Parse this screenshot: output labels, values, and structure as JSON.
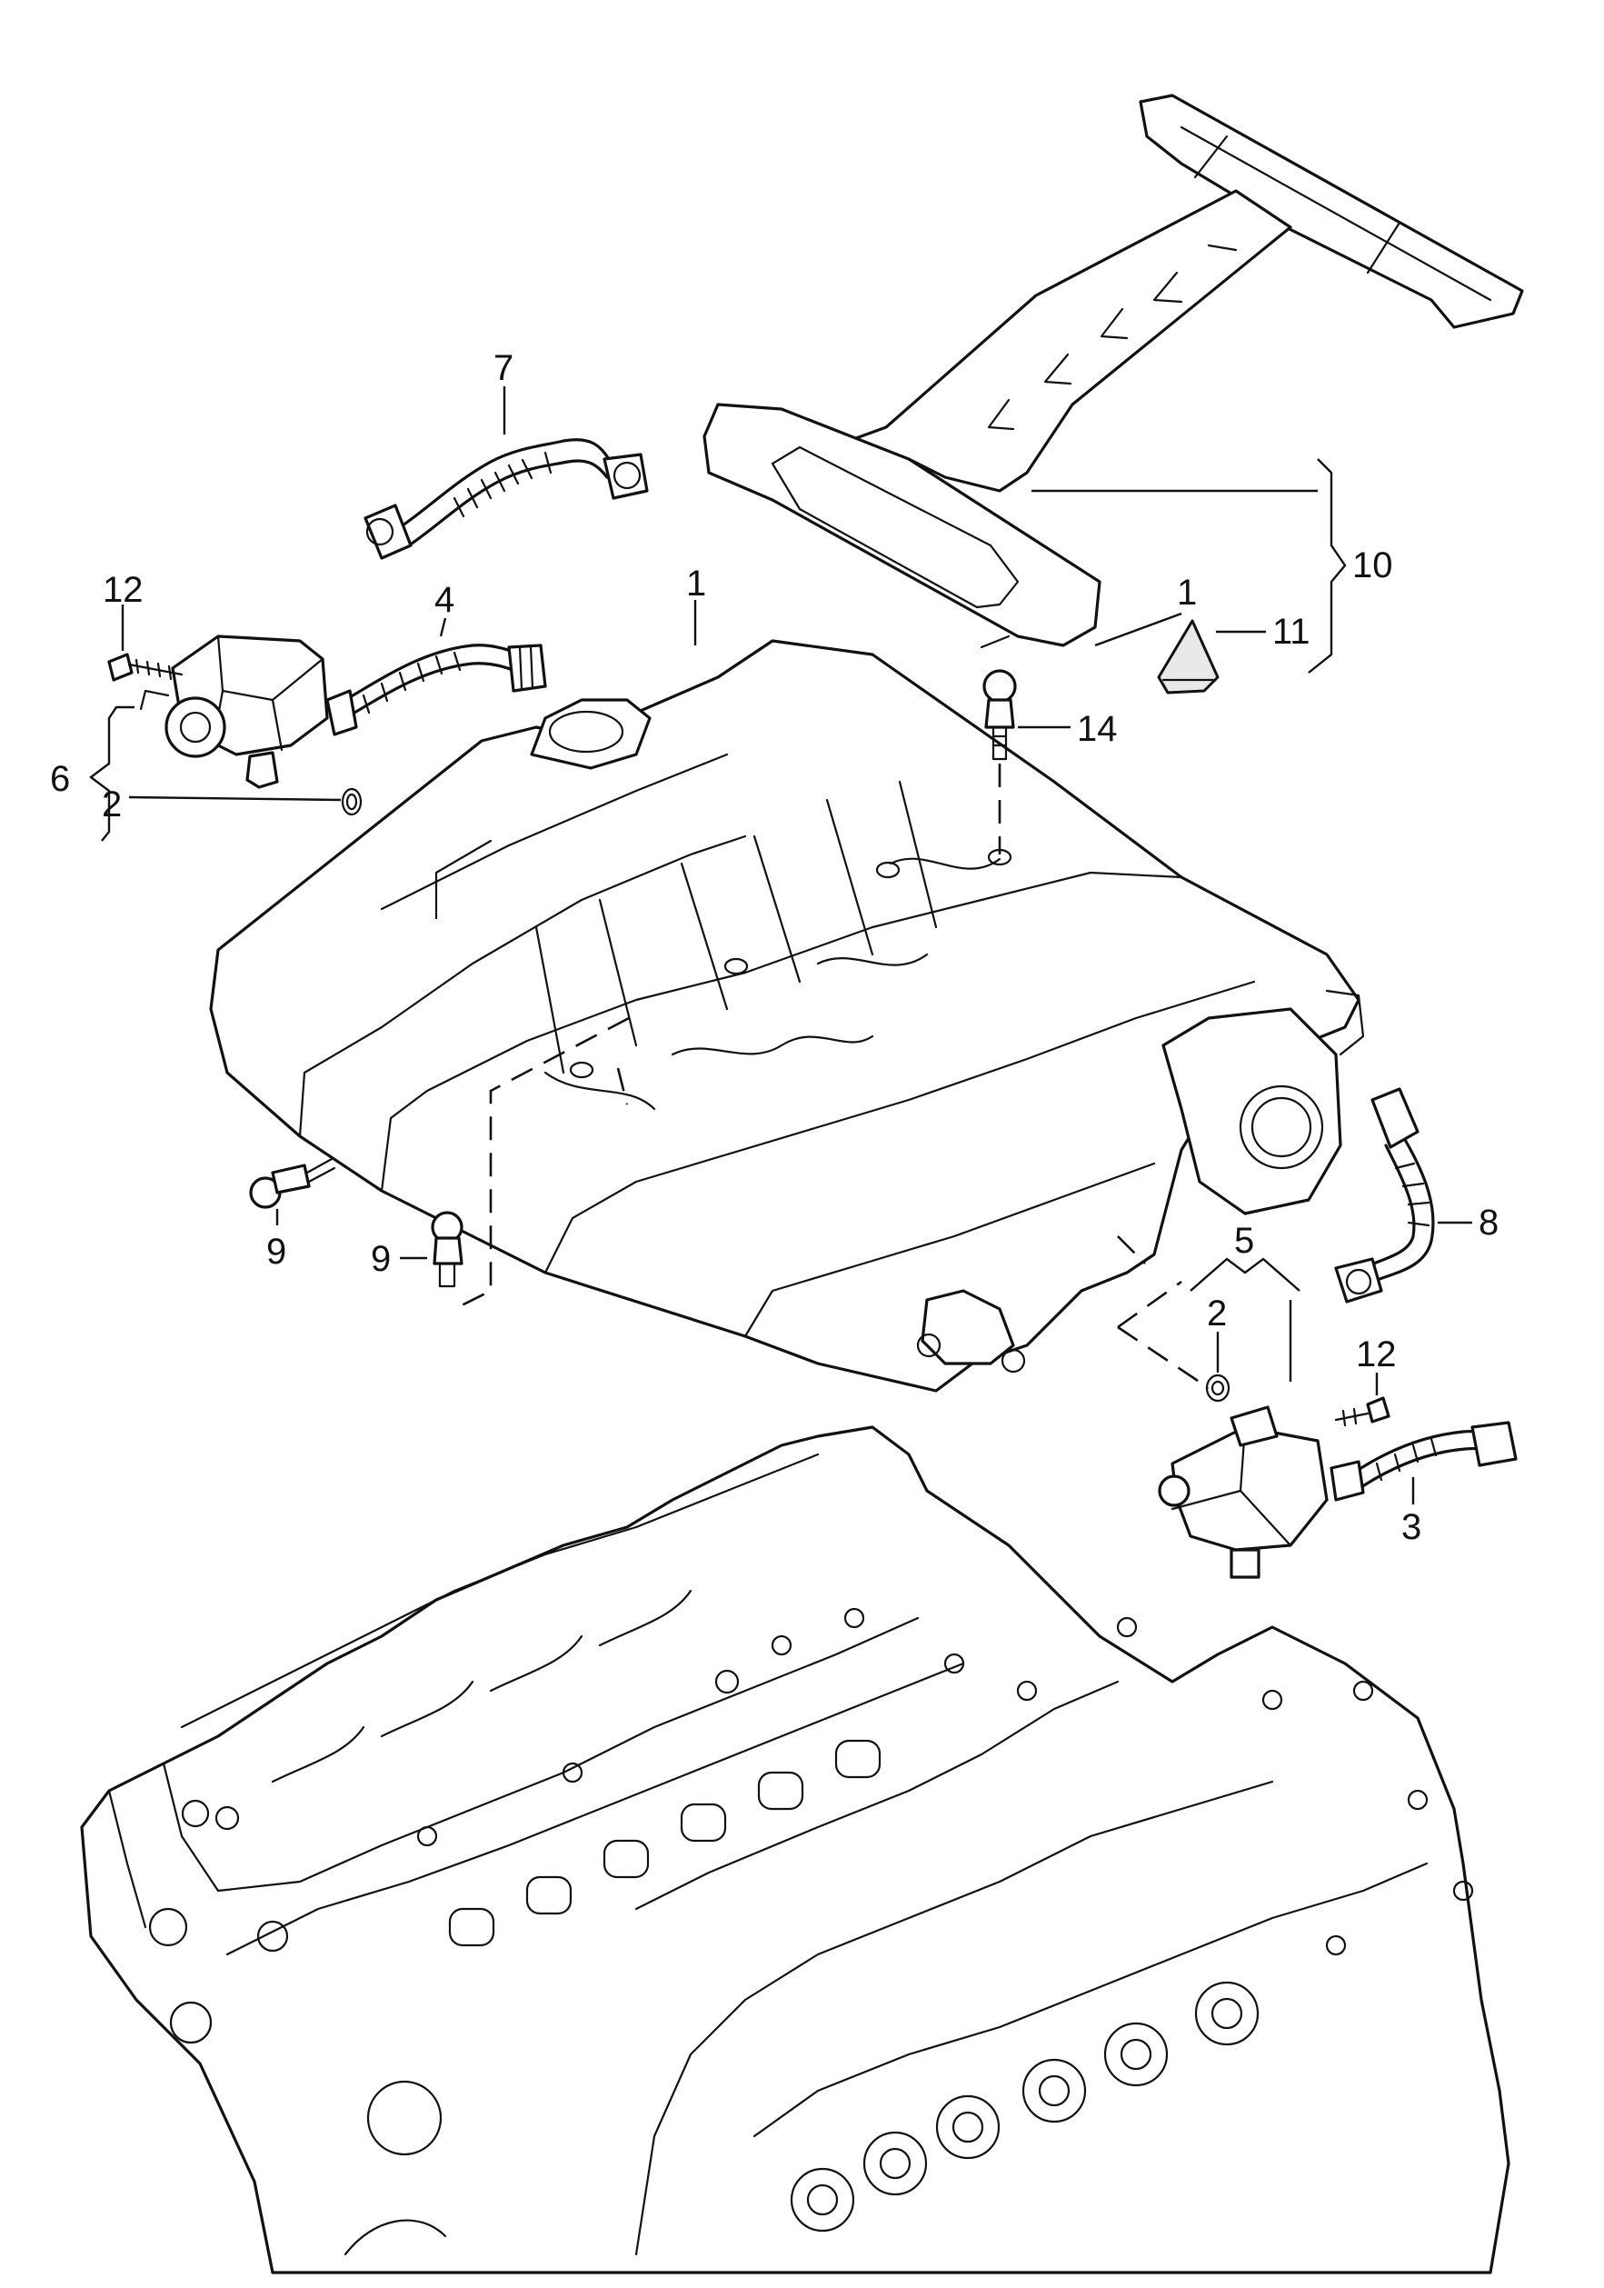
{
  "diagram": {
    "callouts": [
      {
        "id": "c1",
        "label": "1"
      },
      {
        "id": "c1b",
        "label": "1"
      },
      {
        "id": "c2a",
        "label": "2"
      },
      {
        "id": "c2b",
        "label": "2"
      },
      {
        "id": "c3",
        "label": "3"
      },
      {
        "id": "c4",
        "label": "4"
      },
      {
        "id": "c5",
        "label": "5"
      },
      {
        "id": "c6",
        "label": "6"
      },
      {
        "id": "c7",
        "label": "7"
      },
      {
        "id": "c8",
        "label": "8"
      },
      {
        "id": "c9a",
        "label": "9"
      },
      {
        "id": "c9b",
        "label": "9"
      },
      {
        "id": "c10",
        "label": "10"
      },
      {
        "id": "c11",
        "label": "11"
      },
      {
        "id": "c12a",
        "label": "12"
      },
      {
        "id": "c12b",
        "label": "12"
      },
      {
        "id": "c14",
        "label": "14"
      }
    ],
    "colors": {
      "line": "#111111",
      "background": "#ffffff",
      "shade": "#e9e9e9"
    }
  }
}
